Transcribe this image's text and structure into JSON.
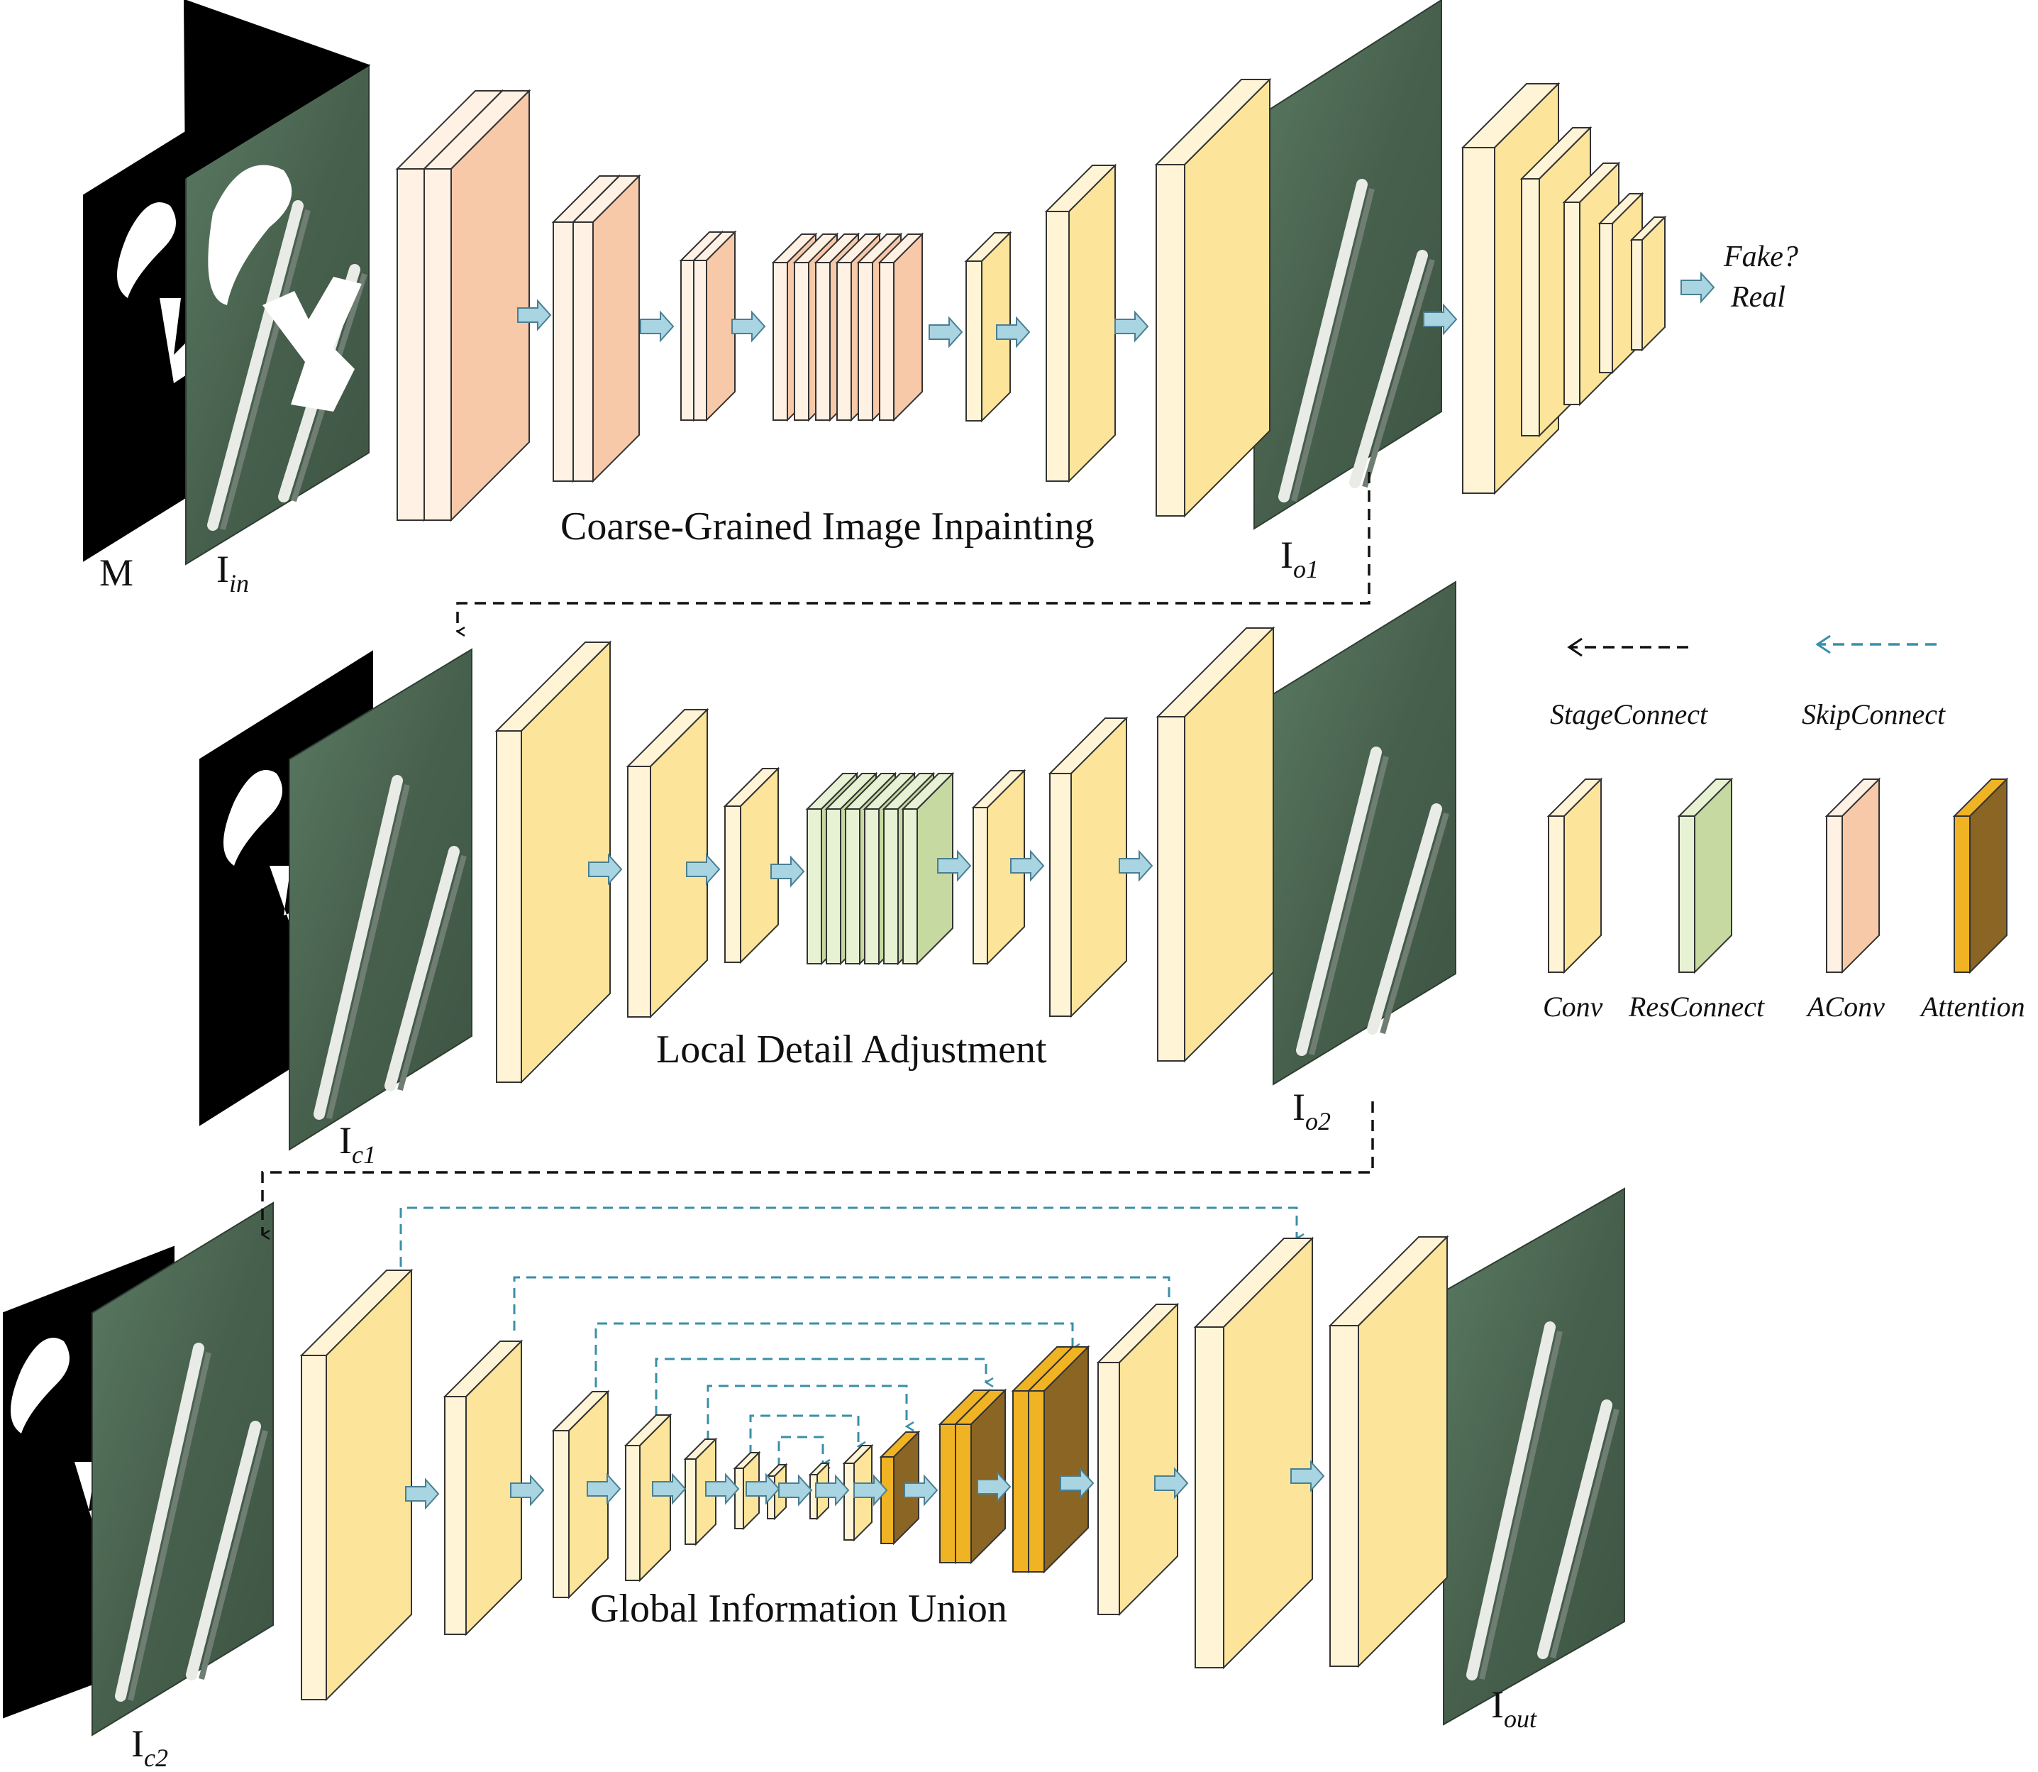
{
  "colors": {
    "conv": "#FCE59A",
    "conv_front": "#FFF4D6",
    "aconv": "#F8C9A9",
    "aconv_front": "#FFF1E4",
    "resconnect": "#C5D9A0",
    "resconnect_front": "#E7F1D3",
    "attention": "#8B6523",
    "attention_front": "#F0B324",
    "arrow_fill": "#A9D4E2",
    "skip_line": "#3A8FA8",
    "stage_line": "#111111"
  },
  "stages": [
    {
      "title": "Coarse-Grained Image Inpainting",
      "blocks": [
        "aconv",
        "aconv",
        "aconv",
        "aconv",
        "conv",
        "conv",
        "conv"
      ]
    },
    {
      "title": "Local Detail Adjustment",
      "blocks": [
        "conv",
        "conv",
        "conv",
        "resconnect",
        "conv",
        "conv",
        "conv"
      ]
    },
    {
      "title": "Global Information Union",
      "blocks": [
        "conv",
        "conv",
        "conv",
        "conv",
        "conv",
        "conv",
        "conv",
        "conv",
        "conv",
        "attention",
        "attention",
        "attention",
        "conv",
        "conv",
        "conv"
      ]
    }
  ],
  "image_labels": {
    "mask": "M",
    "input": {
      "main": "I",
      "sub": "in"
    },
    "o1": {
      "main": "I",
      "sub": "o1"
    },
    "c1": {
      "main": "I",
      "sub": "c1"
    },
    "o2": {
      "main": "I",
      "sub": "o2"
    },
    "c2": {
      "main": "I",
      "sub": "c2"
    },
    "out": {
      "main": "I",
      "sub": "out"
    }
  },
  "discriminator": {
    "line1": "Fake?",
    "line2": "Real"
  },
  "legend": {
    "stage_connect": "StageConnect",
    "skip_connect": "SkipConnect",
    "items": [
      {
        "key": "conv",
        "label": "Conv"
      },
      {
        "key": "resconnect",
        "label": "ResConnect"
      },
      {
        "key": "aconv",
        "label": "AConv"
      },
      {
        "key": "attention",
        "label": "Attention"
      }
    ]
  }
}
